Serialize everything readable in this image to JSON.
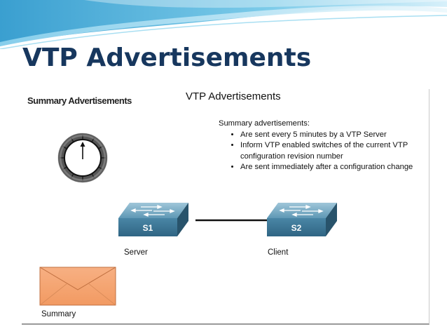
{
  "slide": {
    "title": "VTP Advertisements"
  },
  "figure": {
    "section_label": "Summary Advertisements",
    "title": "VTP Advertisements",
    "info_heading": "Summary advertisements:",
    "bullets": [
      "Are sent every 5 minutes by a VTP Server",
      "Inform VTP enabled switches of the current VTP configuration revision number",
      "Are sent immediately after a configuration change"
    ],
    "devices": [
      {
        "name": "S1",
        "role": "Server"
      },
      {
        "name": "S2",
        "role": "Client"
      }
    ],
    "envelope_label": "Summary"
  },
  "colors": {
    "title": "#17375e",
    "switch": "#4f8caa",
    "envelope": "#f5a36f",
    "wave": "#5bb0d8"
  }
}
